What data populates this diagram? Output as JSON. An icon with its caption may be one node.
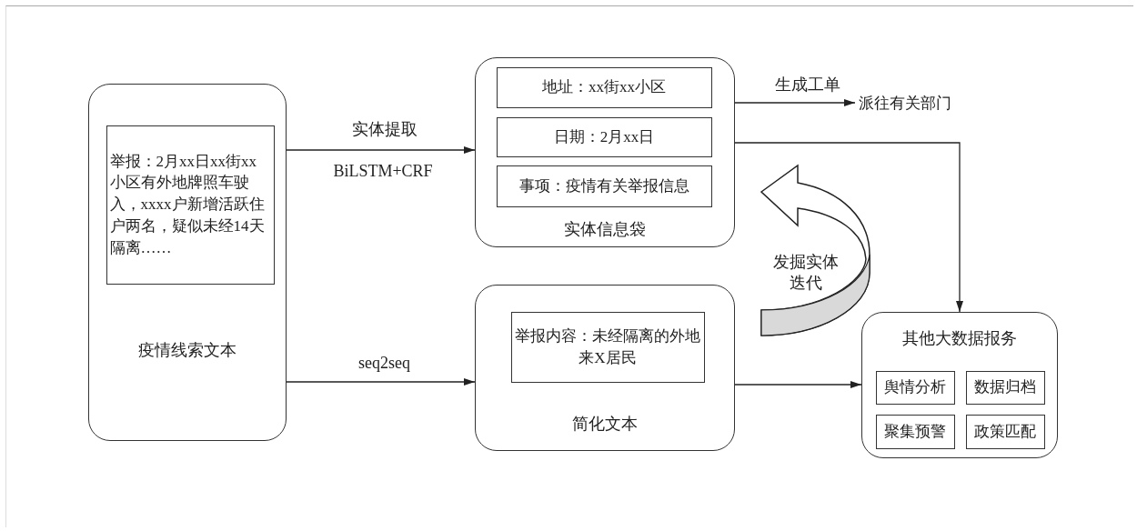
{
  "diagram": {
    "nodes": [
      {
        "text": [
          "疫情线索文本"
        ]
      },
      {
        "text": [
          "举报：2月xx日xx街xx小区有外地牌照车驶入，xxxx户新增活跃住户两名，疑似未经14天隔离……"
        ],
        "in": 0
      },
      {
        "text": [
          "实体信息袋"
        ]
      },
      {
        "text": [
          "地址：xx街xx小区"
        ],
        "in": 2
      },
      {
        "text": [
          "日期：2月xx日"
        ],
        "in": 2
      },
      {
        "text": [
          "事项：疫情有关举报信息"
        ],
        "in": 2
      },
      {
        "text": [
          "简化文本"
        ]
      },
      {
        "text": [
          "举报内容：未经隔离的外地来X居民"
        ],
        "in": 6
      },
      {
        "text": [
          "派往有关部门"
        ]
      },
      {
        "text": [
          "其他大数据报务"
        ]
      },
      {
        "text": [
          "舆情分析"
        ],
        "in": 9
      },
      {
        "text": [
          "数据归档"
        ],
        "in": 9
      },
      {
        "text": [
          "聚集预警"
        ],
        "in": 9
      },
      {
        "text": [
          "政策匹配"
        ],
        "in": 9
      }
    ],
    "edges": [
      {
        "from": 0,
        "to": 2,
        "arrow": "to",
        "label": "实体提取"
      },
      {
        "from": 0,
        "to": 6,
        "arrow": "to",
        "label": "seq2seq"
      },
      {
        "from": 2,
        "to": 8,
        "arrow": "to",
        "label": "生成工单"
      },
      {
        "from": 2,
        "to": 9,
        "arrow": "to"
      },
      {
        "from": 6,
        "to": 9,
        "arrow": "to"
      },
      {
        "from": 6,
        "to": 2,
        "arrow": "to",
        "label": "发掘实体迭代",
        "style": "thick"
      }
    ],
    "labels": [
      "BiLSTM+CRF"
    ]
  }
}
